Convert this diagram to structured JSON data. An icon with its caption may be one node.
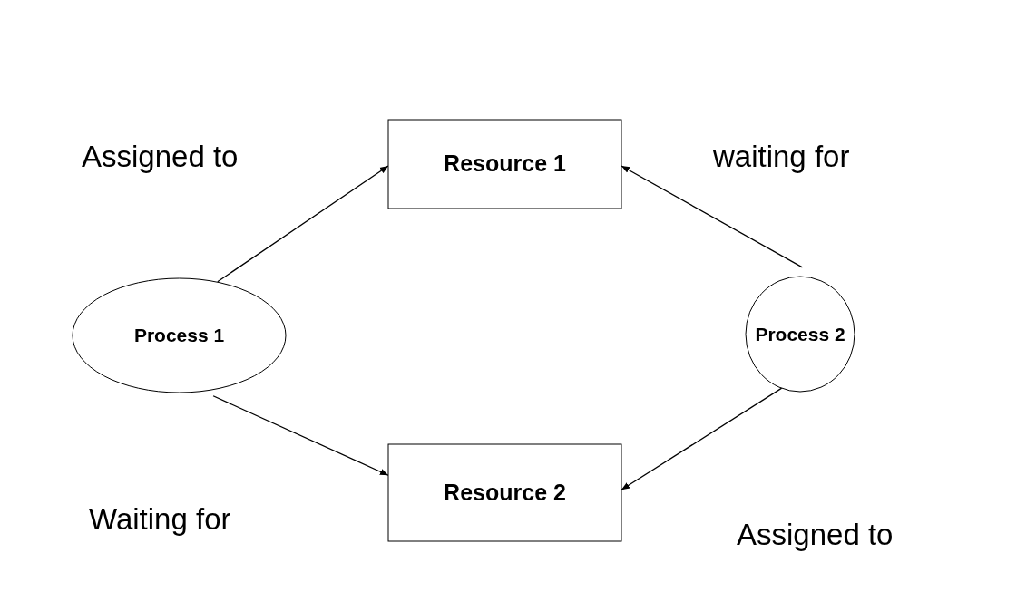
{
  "diagram": {
    "nodes": [
      {
        "text": [
          "Resource 1"
        ]
      },
      {
        "text": [
          "Process 1"
        ]
      },
      {
        "text": [
          "Process 2"
        ]
      },
      {
        "text": [
          "Resource 2"
        ]
      }
    ],
    "edges": [
      {
        "from": 1,
        "to": 0,
        "arrow": "to"
      },
      {
        "from": 2,
        "to": 0,
        "arrow": "to"
      },
      {
        "from": 1,
        "to": 3,
        "arrow": "to"
      },
      {
        "from": 2,
        "to": 3,
        "arrow": "to"
      }
    ],
    "labels": [
      "Assigned to",
      "waiting for",
      "Waiting for",
      "Assigned to"
    ]
  }
}
